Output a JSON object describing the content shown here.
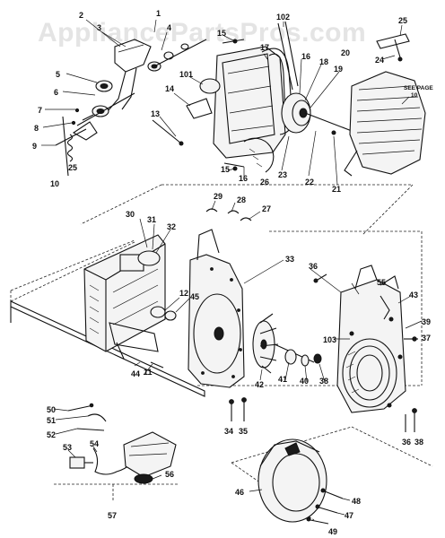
{
  "watermark": "AppliancePartsPros.com",
  "note_line1": "SEE PAGE",
  "note_line2": "10",
  "callouts": [
    {
      "id": "c1",
      "text": "1"
    },
    {
      "id": "c2",
      "text": "2"
    },
    {
      "id": "c3",
      "text": "3"
    },
    {
      "id": "c4",
      "text": "4"
    },
    {
      "id": "c5",
      "text": "5"
    },
    {
      "id": "c6",
      "text": "6"
    },
    {
      "id": "c7",
      "text": "7"
    },
    {
      "id": "c8",
      "text": "8"
    },
    {
      "id": "c9",
      "text": "9"
    },
    {
      "id": "c10",
      "text": "10"
    },
    {
      "id": "c11",
      "text": "11"
    },
    {
      "id": "c12",
      "text": "12"
    },
    {
      "id": "c13",
      "text": "13"
    },
    {
      "id": "c14",
      "text": "14"
    },
    {
      "id": "c15a",
      "text": "15"
    },
    {
      "id": "c15b",
      "text": "15"
    },
    {
      "id": "c16a",
      "text": "16"
    },
    {
      "id": "c16b",
      "text": "16"
    },
    {
      "id": "c17",
      "text": "17"
    },
    {
      "id": "c18",
      "text": "18"
    },
    {
      "id": "c19",
      "text": "19"
    },
    {
      "id": "c20",
      "text": "20"
    },
    {
      "id": "c21",
      "text": "21"
    },
    {
      "id": "c22",
      "text": "22"
    },
    {
      "id": "c23",
      "text": "23"
    },
    {
      "id": "c24",
      "text": "24"
    },
    {
      "id": "c25a",
      "text": "25"
    },
    {
      "id": "c25b",
      "text": "25"
    },
    {
      "id": "c26",
      "text": "26"
    },
    {
      "id": "c27",
      "text": "27"
    },
    {
      "id": "c28",
      "text": "28"
    },
    {
      "id": "c29",
      "text": "29"
    },
    {
      "id": "c30",
      "text": "30"
    },
    {
      "id": "c31",
      "text": "31"
    },
    {
      "id": "c32",
      "text": "32"
    },
    {
      "id": "c33",
      "text": "33"
    },
    {
      "id": "c34",
      "text": "34"
    },
    {
      "id": "c35",
      "text": "35"
    },
    {
      "id": "c36a",
      "text": "36"
    },
    {
      "id": "c36b",
      "text": "36"
    },
    {
      "id": "c37",
      "text": "37"
    },
    {
      "id": "c38a",
      "text": "38"
    },
    {
      "id": "c38b",
      "text": "38"
    },
    {
      "id": "c39",
      "text": "39"
    },
    {
      "id": "c40",
      "text": "40"
    },
    {
      "id": "c41",
      "text": "41"
    },
    {
      "id": "c42",
      "text": "42"
    },
    {
      "id": "c43",
      "text": "43"
    },
    {
      "id": "c44",
      "text": "44"
    },
    {
      "id": "c45",
      "text": "45"
    },
    {
      "id": "c46",
      "text": "46"
    },
    {
      "id": "c47",
      "text": "47"
    },
    {
      "id": "c48",
      "text": "48"
    },
    {
      "id": "c49",
      "text": "49"
    },
    {
      "id": "c50",
      "text": "50"
    },
    {
      "id": "c51",
      "text": "51"
    },
    {
      "id": "c52",
      "text": "52"
    },
    {
      "id": "c53",
      "text": "53"
    },
    {
      "id": "c54",
      "text": "54"
    },
    {
      "id": "c55",
      "text": "55"
    },
    {
      "id": "c56",
      "text": "56"
    },
    {
      "id": "c57",
      "text": "57"
    },
    {
      "id": "c101",
      "text": "101"
    },
    {
      "id": "c102",
      "text": "102"
    },
    {
      "id": "c103",
      "text": "103"
    }
  ]
}
